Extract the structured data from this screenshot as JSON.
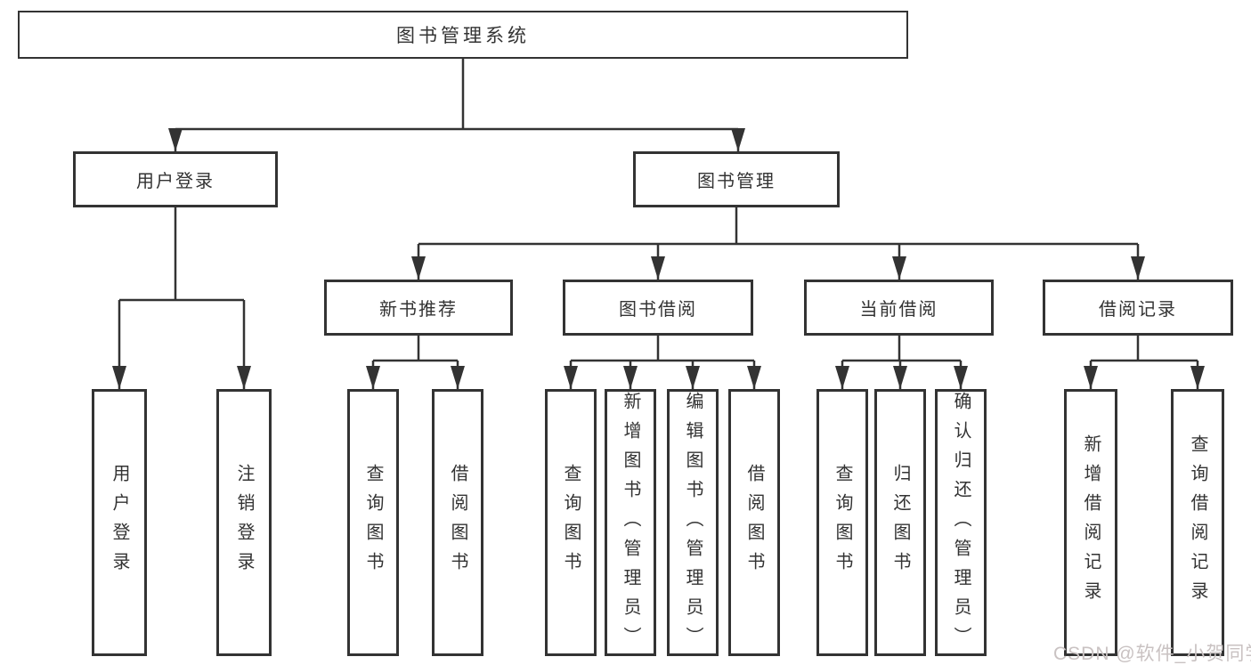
{
  "diagram_title": "图书管理系统",
  "colors": {
    "line": "#333333",
    "box_border": "#333333",
    "box_background": "#ffffff",
    "text": "#333333",
    "watermark": "#c9c2c2"
  },
  "tree": {
    "label": "图书管理系统",
    "children": [
      {
        "label": "用户登录",
        "children": [
          {
            "label": "用户登录"
          },
          {
            "label": "注销登录"
          }
        ]
      },
      {
        "label": "图书管理",
        "children": [
          {
            "label": "新书推荐",
            "children": [
              {
                "label": "查询图书"
              },
              {
                "label": "借阅图书"
              }
            ]
          },
          {
            "label": "图书借阅",
            "children": [
              {
                "label": "查询图书"
              },
              {
                "label": "新增图书（管理员）"
              },
              {
                "label": "编辑图书（管理员）"
              },
              {
                "label": "借阅图书"
              }
            ]
          },
          {
            "label": "当前借阅",
            "children": [
              {
                "label": "查询图书"
              },
              {
                "label": "归还图书"
              },
              {
                "label": "确认归还（管理员）"
              }
            ]
          },
          {
            "label": "借阅记录",
            "children": [
              {
                "label": "新增借阅记录"
              },
              {
                "label": "查询借阅记录"
              }
            ]
          }
        ]
      }
    ]
  },
  "watermark": {
    "text": "CSDN @软件_小贺同学"
  }
}
